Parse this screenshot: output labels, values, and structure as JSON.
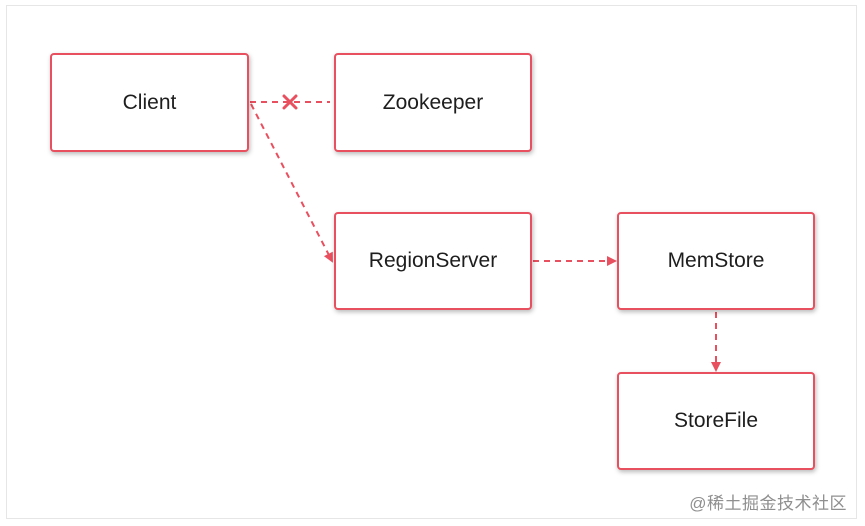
{
  "diagram": {
    "nodes": [
      {
        "id": "client",
        "label": "Client"
      },
      {
        "id": "zookeeper",
        "label": "Zookeeper"
      },
      {
        "id": "regionserver",
        "label": "RegionServer"
      },
      {
        "id": "memstore",
        "label": "MemStore"
      },
      {
        "id": "storefile",
        "label": "StoreFile"
      }
    ],
    "edges": [
      {
        "from": "client",
        "to": "zookeeper",
        "style": "dashed",
        "blocked": true
      },
      {
        "from": "client",
        "to": "regionserver",
        "style": "dashed",
        "arrow": true
      },
      {
        "from": "regionserver",
        "to": "memstore",
        "style": "dashed",
        "arrow": true
      },
      {
        "from": "memstore",
        "to": "storefile",
        "style": "dashed",
        "arrow": true
      }
    ]
  },
  "colors": {
    "accent": "#e9505f",
    "text": "#1e1e1e",
    "background": "#ffffff",
    "watermark": "#8f8f8f"
  },
  "watermark": {
    "text": "@稀土掘金技术社区"
  }
}
